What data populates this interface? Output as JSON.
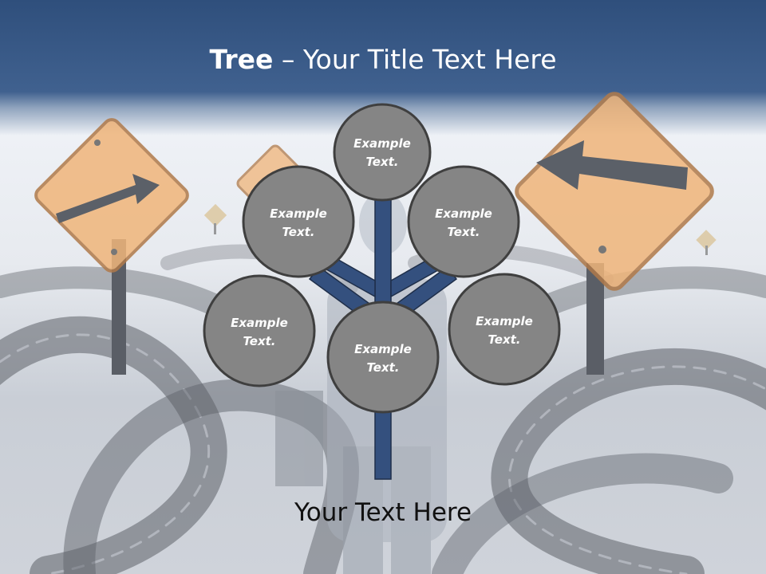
{
  "title": {
    "bold": "Tree",
    "separator": " – ",
    "rest": "Your Title Text Here"
  },
  "caption": "Your Text Here",
  "nodes": [
    {
      "line1": "Example",
      "line2": "Text."
    },
    {
      "line1": "Example",
      "line2": "Text."
    },
    {
      "line1": "Example",
      "line2": "Text."
    },
    {
      "line1": "Example",
      "line2": "Text."
    },
    {
      "line1": "Example",
      "line2": "Text."
    },
    {
      "line1": "Example",
      "line2": "Text."
    }
  ],
  "colors": {
    "header": "#3b5d8c",
    "branch": "#34507e",
    "node_fill": "#858585",
    "node_stroke": "#3f3f3f",
    "sign": "#f2b77a"
  }
}
